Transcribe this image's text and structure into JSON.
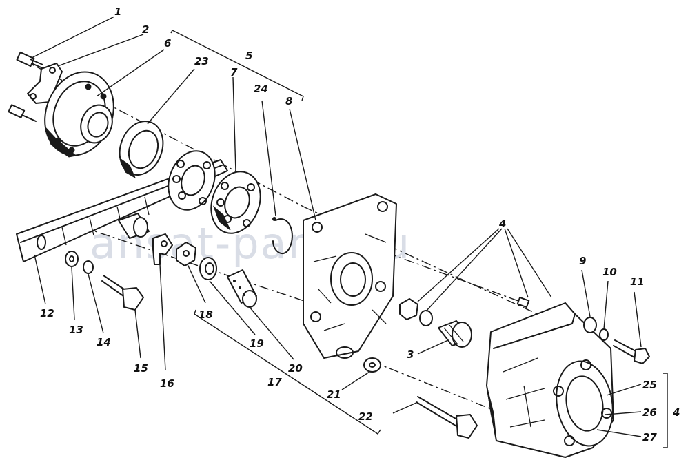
{
  "watermark": "ansat-parts.ru",
  "callouts": {
    "c1": "1",
    "c2": "2",
    "c3": "3",
    "c4a": "4",
    "c4b": "4",
    "c5": "5",
    "c6": "6",
    "c7": "7",
    "c8": "8",
    "c9": "9",
    "c10": "10",
    "c11": "11",
    "c12": "12",
    "c13": "13",
    "c14": "14",
    "c15": "15",
    "c16": "16",
    "c17": "17",
    "c18": "18",
    "c19": "19",
    "c20": "20",
    "c21": "21",
    "c22": "22",
    "c23": "23",
    "c24": "24",
    "c25": "25",
    "c26": "26",
    "c27": "27"
  }
}
